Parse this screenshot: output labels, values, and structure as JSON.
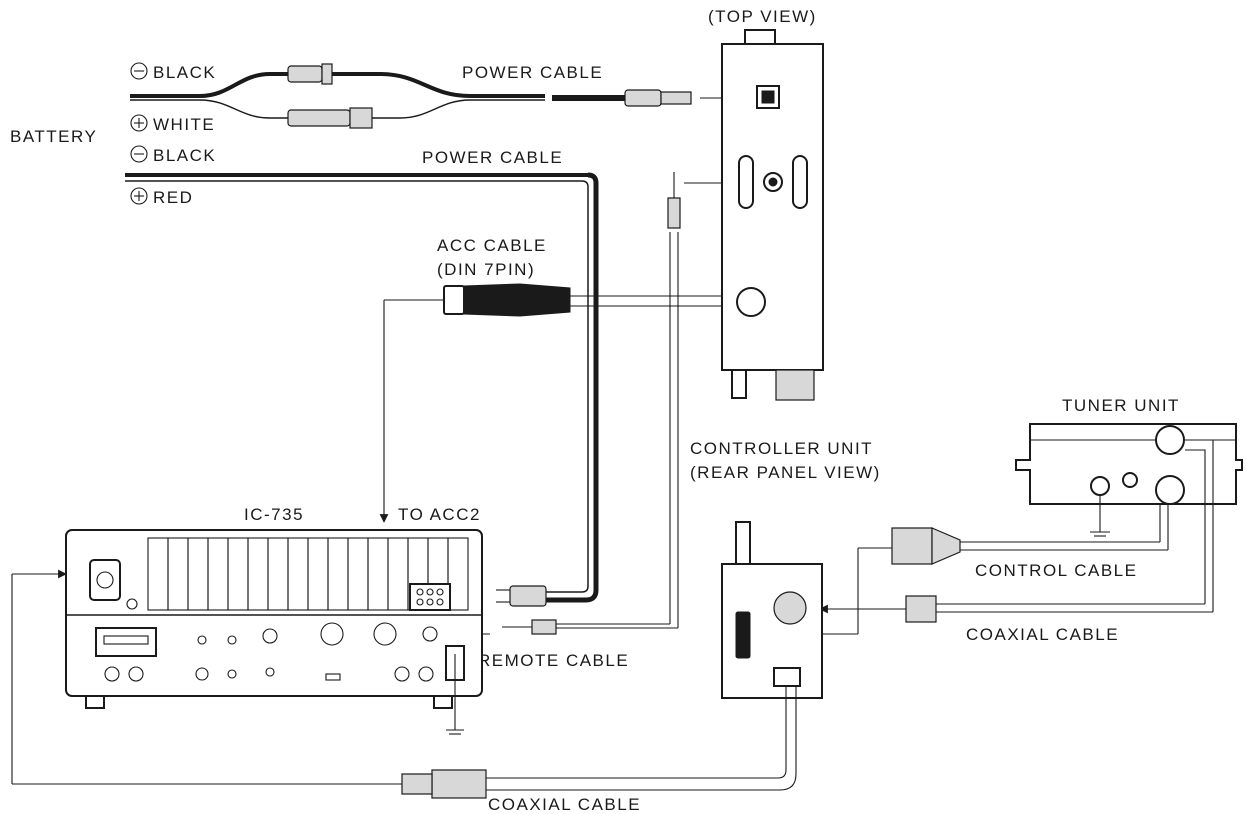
{
  "labels": {
    "top_view": "(TOP VIEW)",
    "battery": "BATTERY",
    "black_1": "BLACK",
    "white": "WHITE",
    "black_2": "BLACK",
    "red": "RED",
    "power_cable_1": "POWER CABLE",
    "power_cable_2": "POWER CABLE",
    "acc_cable": "ACC CABLE",
    "din_7pin": "(DIN 7PIN)",
    "controller_unit": "CONTROLLER UNIT",
    "rear_panel_view": "(REAR PANEL VIEW)",
    "tuner_unit": "TUNER UNIT",
    "ic735": "IC-735",
    "to_acc2": "TO ACC2",
    "control_cable": "CONTROL CABLE",
    "coaxial_cable_1": "COAXIAL CABLE",
    "remote_cable": "REMOTE CABLE",
    "coaxial_cable_2": "COAXIAL CABLE"
  },
  "polarity": {
    "minus": "−",
    "plus": "+"
  }
}
